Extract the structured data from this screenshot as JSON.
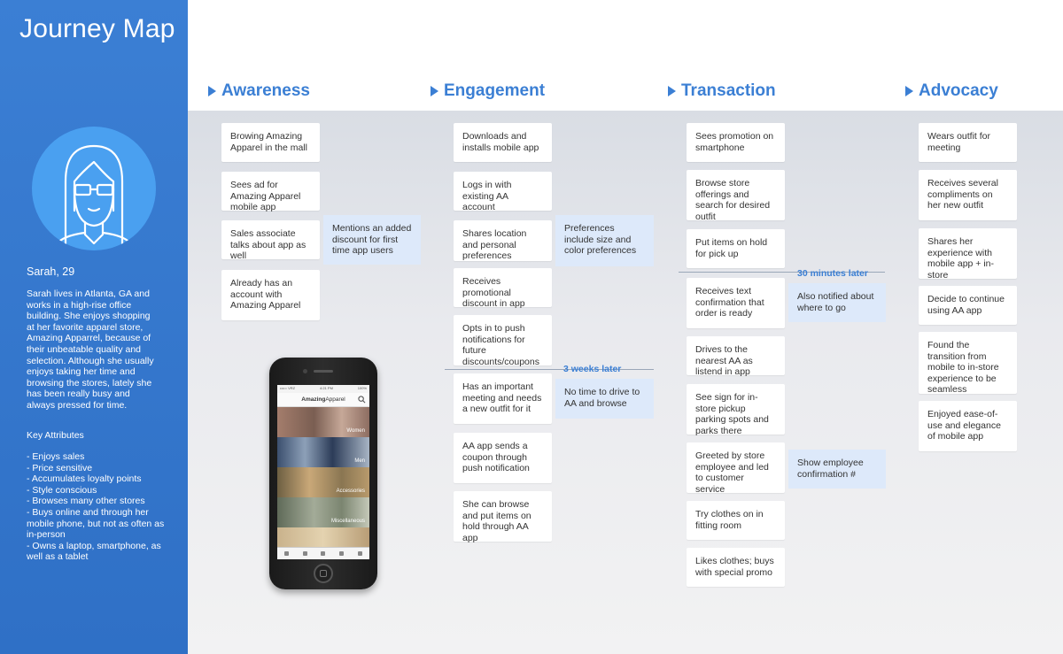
{
  "title": "Journey Map",
  "persona": {
    "name": "Sarah, 29",
    "bio": "Sarah lives in Atlanta, GA and works in a high-rise office building. She enjoys shopping at her favorite apparel store, Amazing Apparrel, because of their unbeatable quality and selection. Although she usually enjoys taking her time and browsing the stores, lately she has been really busy and always pressed for time.",
    "attributes_heading": "Key Attributes",
    "attributes": [
      "- Enjoys sales",
      "- Price sensitive",
      "- Accumulates loyalty points",
      "- Style conscious",
      "- Browses many other stores",
      "- Buys online and through her mobile phone, but not as often as in-person",
      "- Owns a laptop, smartphone, as well as a tablet"
    ]
  },
  "stages": [
    "Awareness",
    "Engagement",
    "Transaction",
    "Advocacy"
  ],
  "awareness": {
    "cards": [
      "Browing Amazing Apparel in the mall",
      "Sees ad for Amazing Apparel mobile app",
      "Sales associate talks about app as well",
      "Already has an account with Amazing Apparel"
    ],
    "notes": [
      "Mentions an added discount for first time app users"
    ]
  },
  "engagement": {
    "cards": [
      "Downloads and installs mobile app",
      "Logs in with existing AA account",
      "Shares location and personal preferences",
      "Receives promotional discount in app",
      "Opts in to push notifications for future discounts/coupons",
      "Has an important meeting and needs a new outfit for it",
      "AA app sends a coupon through push notification",
      "She can browse and put items on hold through AA app"
    ],
    "notes": [
      "Preferences include size and color preferences",
      "No time to drive to AA and browse"
    ],
    "time_label": "3 weeks later"
  },
  "transaction": {
    "cards": [
      "Sees promotion on smartphone",
      "Browse store offerings and search for desired outfit",
      "Put items on hold for pick up",
      "Receives text confirmation that order is ready",
      "Drives to the nearest AA as listend in app",
      "See sign for in-store pickup parking spots and parks there",
      "Greeted by store employee and led to customer service",
      "Try clothes on in fitting room",
      "Likes clothes; buys with special promo"
    ],
    "notes": [
      "Also notified about where to go",
      "Show employee confirmation #"
    ],
    "time_label": "30 minutes later"
  },
  "advocacy": {
    "cards": [
      "Wears outfit for meeting",
      "Receives several compliments on her new outfit",
      "Shares her experience with mobile app + in-store",
      "Decide to continue using AA app",
      "Found the transition from mobile to in-store experience to be seamless",
      "Enjoyed ease-of-use and elegance of mobile app"
    ]
  },
  "phone": {
    "carrier": "••••○ VRZ",
    "time": "4:21 PM",
    "battery": "100%",
    "brand_bold": "Amazing",
    "brand_light": "Apparel",
    "tiles": [
      "Women",
      "Men",
      "Accessories",
      "Miscellaneous"
    ]
  },
  "colors": {
    "sidebar": "#3b7fd4",
    "accent": "#3b7fd4",
    "note": "#dde9fa"
  }
}
